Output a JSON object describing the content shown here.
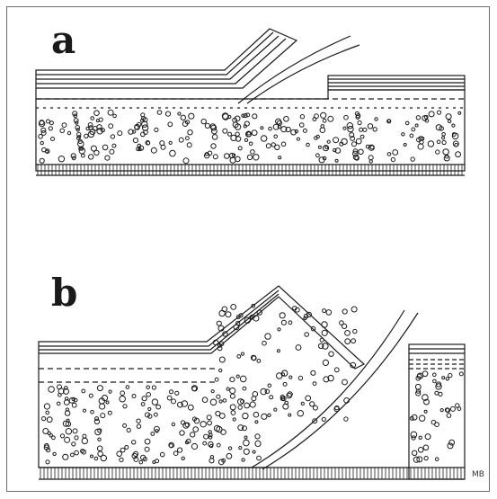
{
  "figure": {
    "panels": [
      {
        "label": "a"
      },
      {
        "label": "b"
      }
    ],
    "signature": "MB",
    "colors": {
      "ink": "#1a1a1a",
      "border": "#6d6d6d",
      "background": "#ffffff"
    }
  }
}
